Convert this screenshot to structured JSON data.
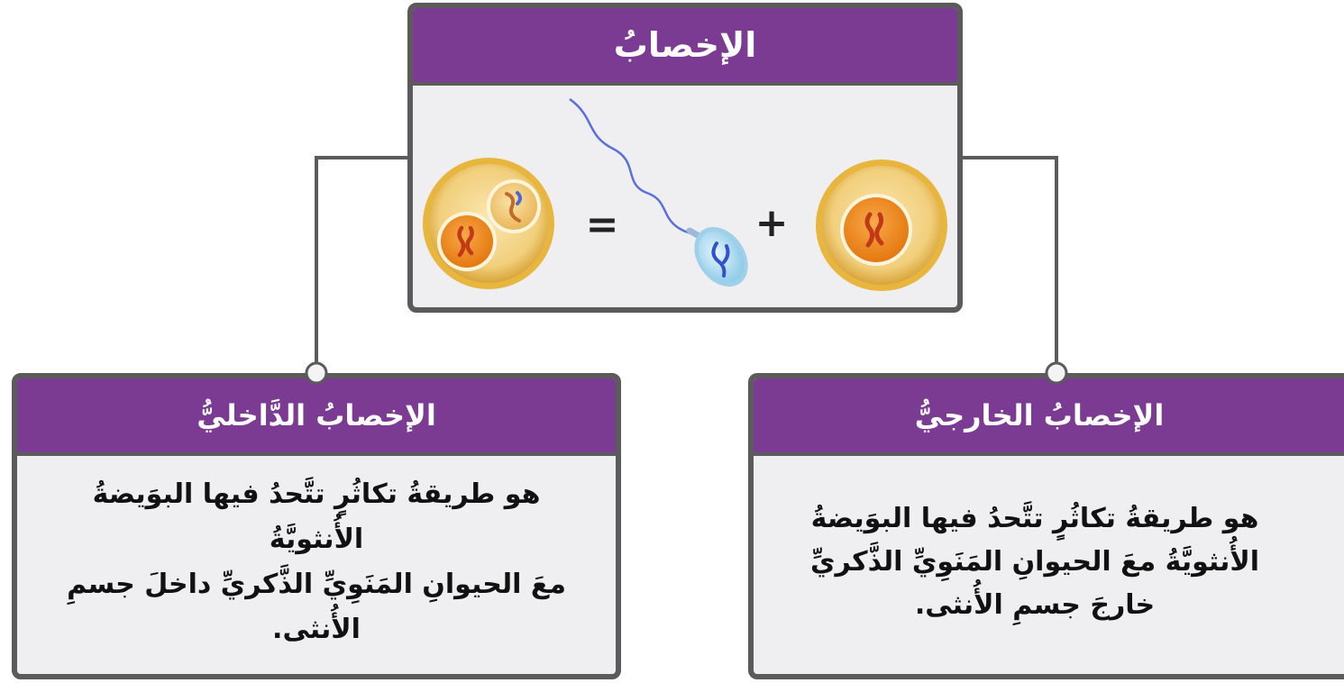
{
  "main": {
    "title": "الإخصابُ",
    "equation": {
      "plus": "+",
      "equals": "="
    },
    "illustrations": [
      "egg-cell",
      "sperm-cell",
      "fertilized-egg"
    ]
  },
  "cards": {
    "internal": {
      "title": "الإخصابُ الدَّاخليُّ",
      "line1": "هو طريقةُ تكاثُرٍ تتَّحدُ فيها البوَيضةُ الأُنثويَّةُ",
      "line2": "معَ الحيوانِ المَنَوِيِّ الذَّكريِّ داخلَ جسمِ الأُنثى."
    },
    "external": {
      "title": "الإخصابُ الخارجيُّ",
      "line1": "هو طريقةُ تكاثُرٍ تتَّحدُ فيها البوَيضةُ",
      "line2": "الأُنثويَّةُ معَ الحيوانِ المَنَوِيِّ الذَّكريِّ",
      "line3": "خارجَ جسمِ الأُنثى."
    }
  },
  "colors": {
    "header": "#7b3b93",
    "border": "#5b5b5b",
    "panel": "#efeff1",
    "yolk": "#f3cf7a",
    "nucleus": "#ef8c1c",
    "sperm": "#bfe3f4"
  }
}
